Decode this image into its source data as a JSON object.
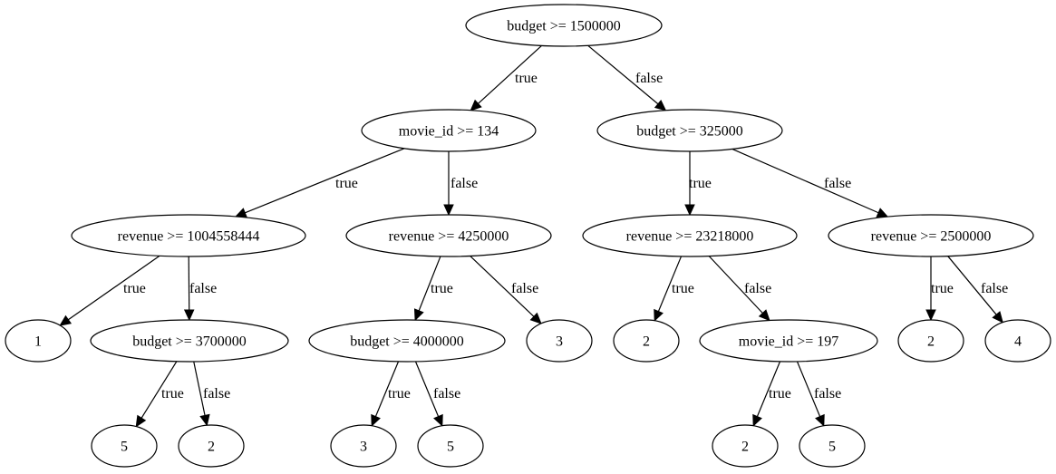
{
  "nodes": [
    {
      "id": "n0",
      "label": "budget >= 1500000"
    },
    {
      "id": "n1",
      "label": "movie_id >= 134"
    },
    {
      "id": "n2",
      "label": "budget >= 325000"
    },
    {
      "id": "n3",
      "label": "revenue >= 1004558444"
    },
    {
      "id": "n4",
      "label": "revenue >= 4250000"
    },
    {
      "id": "n5",
      "label": "revenue >= 23218000"
    },
    {
      "id": "n6",
      "label": "revenue >= 2500000"
    },
    {
      "id": "n7",
      "label": "1"
    },
    {
      "id": "n8",
      "label": "budget >= 3700000"
    },
    {
      "id": "n9",
      "label": "budget >= 4000000"
    },
    {
      "id": "n10",
      "label": "3"
    },
    {
      "id": "n11",
      "label": "2"
    },
    {
      "id": "n12",
      "label": "movie_id >= 197"
    },
    {
      "id": "n13",
      "label": "2"
    },
    {
      "id": "n14",
      "label": "4"
    },
    {
      "id": "n15",
      "label": "5"
    },
    {
      "id": "n16",
      "label": "2"
    },
    {
      "id": "n17",
      "label": "3"
    },
    {
      "id": "n18",
      "label": "5"
    },
    {
      "id": "n19",
      "label": "2"
    },
    {
      "id": "n20",
      "label": "5"
    }
  ],
  "edges": [
    {
      "from": "n0",
      "to": "n1",
      "label": "true"
    },
    {
      "from": "n0",
      "to": "n2",
      "label": "false"
    },
    {
      "from": "n1",
      "to": "n3",
      "label": "true"
    },
    {
      "from": "n1",
      "to": "n4",
      "label": "false"
    },
    {
      "from": "n2",
      "to": "n5",
      "label": "true"
    },
    {
      "from": "n2",
      "to": "n6",
      "label": "false"
    },
    {
      "from": "n3",
      "to": "n7",
      "label": "true"
    },
    {
      "from": "n3",
      "to": "n8",
      "label": "false"
    },
    {
      "from": "n4",
      "to": "n9",
      "label": "true"
    },
    {
      "from": "n4",
      "to": "n10",
      "label": "false"
    },
    {
      "from": "n5",
      "to": "n11",
      "label": "true"
    },
    {
      "from": "n5",
      "to": "n12",
      "label": "false"
    },
    {
      "from": "n6",
      "to": "n13",
      "label": "true"
    },
    {
      "from": "n6",
      "to": "n14",
      "label": "false"
    },
    {
      "from": "n8",
      "to": "n15",
      "label": "true"
    },
    {
      "from": "n8",
      "to": "n16",
      "label": "false"
    },
    {
      "from": "n9",
      "to": "n17",
      "label": "true"
    },
    {
      "from": "n9",
      "to": "n18",
      "label": "false"
    },
    {
      "from": "n12",
      "to": "n19",
      "label": "true"
    },
    {
      "from": "n12",
      "to": "n20",
      "label": "false"
    }
  ]
}
